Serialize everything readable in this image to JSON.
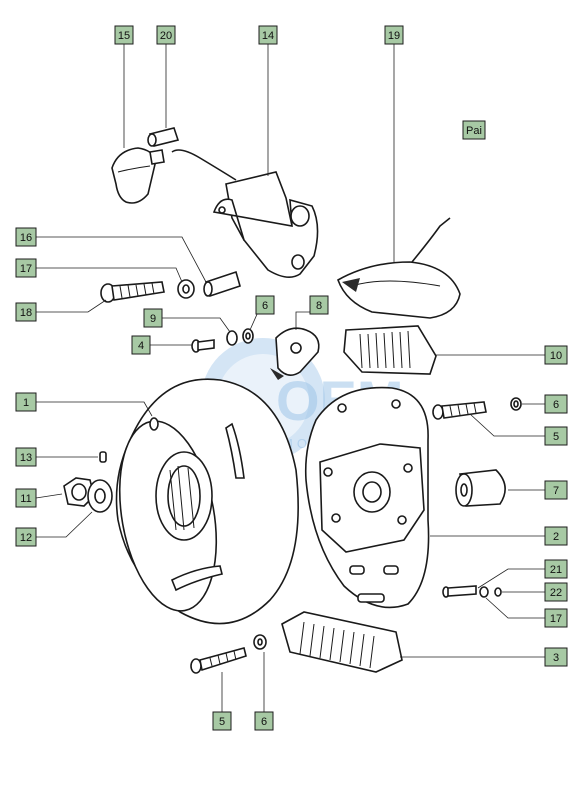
{
  "diagram": {
    "callouts": [
      "15",
      "20",
      "14",
      "19",
      "16",
      "17",
      "18",
      "9",
      "6",
      "8",
      "4",
      "10",
      "1",
      "6",
      "5",
      "13",
      "11",
      "7",
      "12",
      "2",
      "21",
      "22",
      "17",
      "3",
      "5",
      "6"
    ],
    "pair_tag": "Pai",
    "watermark": {
      "brand": "OEM",
      "sub": "MOTORPARTS"
    }
  },
  "colors": {
    "callout_fill": "#a7c9a4",
    "watermark": "#9fc6e8"
  }
}
